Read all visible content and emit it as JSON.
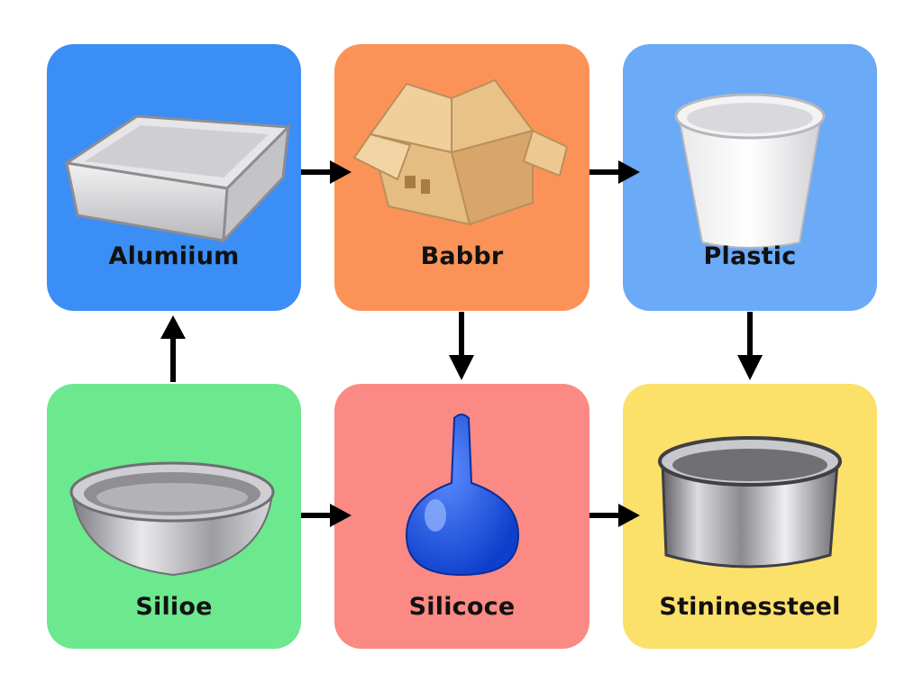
{
  "diagram": {
    "nodes": [
      {
        "id": "aluminium",
        "label": "Alumiium",
        "color": "#3a8ef5",
        "icon": "baking-tray-icon"
      },
      {
        "id": "cardboard",
        "label": "Babbr",
        "color": "#fb9358",
        "icon": "cardboard-box-icon"
      },
      {
        "id": "plastic",
        "label": "Plastic",
        "color": "#6aaaf6",
        "icon": "plastic-cup-icon"
      },
      {
        "id": "silioe",
        "label": "Silioe",
        "color": "#6ce88f",
        "icon": "metal-bowl-icon"
      },
      {
        "id": "silicoce",
        "label": "Silicoce",
        "color": "#fb8a84",
        "icon": "blue-bulb-dropper-icon"
      },
      {
        "id": "stainless",
        "label": "Stininessteel",
        "color": "#fbe06a",
        "icon": "steel-pot-icon"
      }
    ],
    "edges": [
      {
        "from": "aluminium",
        "to": "cardboard"
      },
      {
        "from": "cardboard",
        "to": "plastic"
      },
      {
        "from": "silioe",
        "to": "aluminium"
      },
      {
        "from": "cardboard",
        "to": "silicoce"
      },
      {
        "from": "plastic",
        "to": "stainless"
      },
      {
        "from": "silioe",
        "to": "silicoce"
      },
      {
        "from": "silicoce",
        "to": "stainless"
      }
    ]
  }
}
